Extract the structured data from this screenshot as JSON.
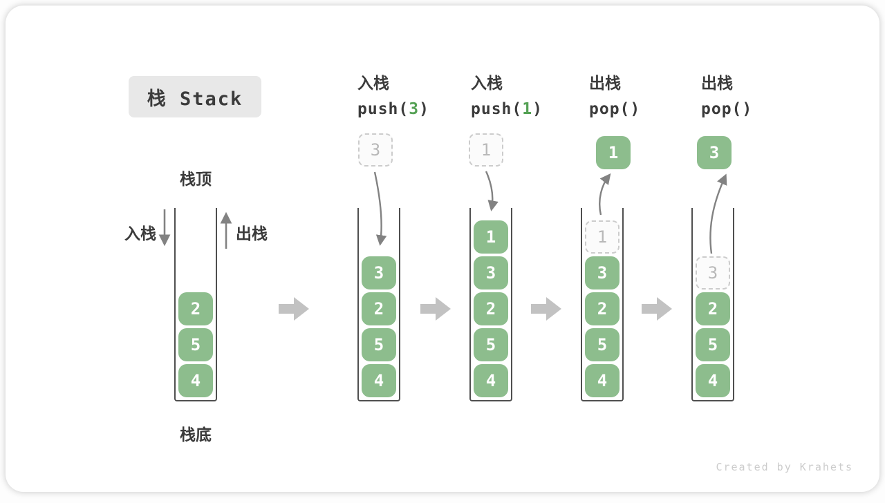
{
  "title": "栈 Stack",
  "legend": {
    "stack_top": "栈顶",
    "stack_bottom": "栈底",
    "push_arrow_label": "入栈",
    "pop_arrow_label": "出栈"
  },
  "operations": [
    {
      "label": "入栈",
      "code_prefix": "push(",
      "code_arg": "3",
      "code_suffix": ")"
    },
    {
      "label": "入栈",
      "code_prefix": "push(",
      "code_arg": "1",
      "code_suffix": ")"
    },
    {
      "label": "出栈",
      "code_prefix": "pop(",
      "code_arg": "",
      "code_suffix": ")"
    },
    {
      "label": "出栈",
      "code_prefix": "pop(",
      "code_arg": "",
      "code_suffix": ")"
    }
  ],
  "floating": {
    "push_value_1": "3",
    "push_value_2": "1",
    "popped_value_1": "1",
    "popped_value_2": "3"
  },
  "stacks": {
    "s1": {
      "cells": [
        "2",
        "5",
        "4"
      ]
    },
    "s2": {
      "cells": [
        "3",
        "2",
        "5",
        "4"
      ]
    },
    "s3": {
      "cells": [
        "1",
        "3",
        "2",
        "5",
        "4"
      ]
    },
    "s4": {
      "ghost": "1",
      "cells": [
        "3",
        "2",
        "5",
        "4"
      ]
    },
    "s5": {
      "ghost": "3",
      "cells": [
        "2",
        "5",
        "4"
      ]
    }
  },
  "watermark": "Created by Krahets",
  "colors": {
    "green": "#8dbd8d",
    "arg-green": "#55a155",
    "ink": "#3b3b3b",
    "wall": "#4f4f4f",
    "arrow": "#828282",
    "blockarrow": "#c2c2c2",
    "ghost-border": "#cccccc",
    "ghost-text": "#b8b8b8",
    "title-bg": "#e8e8e8",
    "watermark": "#cccccc"
  }
}
